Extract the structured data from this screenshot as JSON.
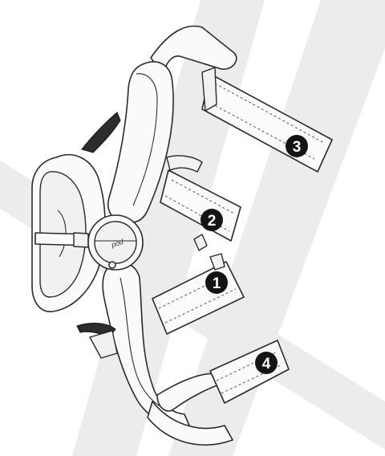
{
  "callouts": [
    {
      "id": "strap-1",
      "label": "1"
    },
    {
      "id": "strap-2",
      "label": "2"
    },
    {
      "id": "strap-3",
      "label": "3"
    },
    {
      "id": "strap-4",
      "label": "4"
    }
  ],
  "hinge": {
    "logo_text": "pod"
  },
  "colors": {
    "outline": "#2a2a2a",
    "background_stripes": "#ececec",
    "badge": "#141414",
    "badge_text": "#ffffff"
  }
}
